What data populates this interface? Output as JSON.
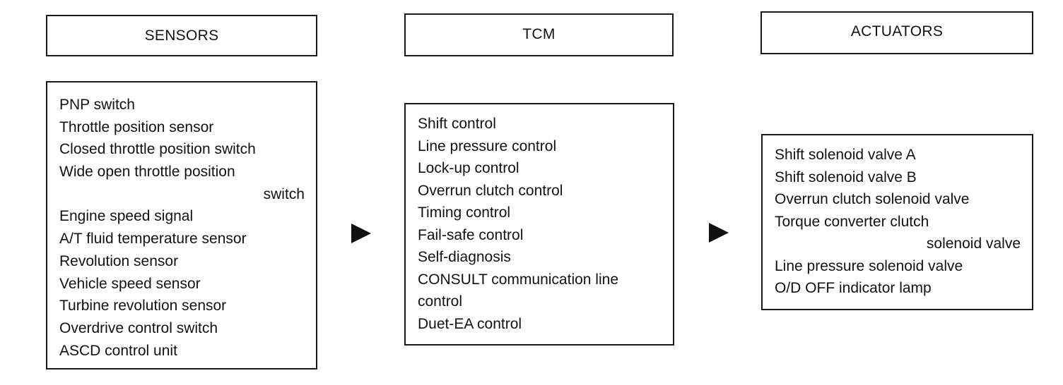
{
  "headers": {
    "sensors": "SENSORS",
    "tcm": "TCM",
    "actuators": "ACTUATORS"
  },
  "sensors": {
    "items": [
      "PNP switch",
      "Throttle position sensor",
      "Closed throttle position switch",
      "Wide open throttle position",
      "switch",
      "Engine speed signal",
      "A/T fluid temperature sensor",
      "Revolution sensor",
      "Vehicle speed sensor",
      "Turbine revolution sensor",
      "Overdrive control switch",
      "ASCD control unit"
    ]
  },
  "tcm": {
    "items": [
      "Shift control",
      "Line pressure control",
      "Lock-up control",
      "Overrun clutch control",
      "Timing control",
      "Fail-safe control",
      "Self-diagnosis",
      "CONSULT communication line",
      "control",
      "Duet-EA control"
    ]
  },
  "actuators": {
    "items": [
      "Shift solenoid valve A",
      "Shift solenoid valve B",
      "Overrun clutch solenoid valve",
      "Torque converter clutch",
      "solenoid valve",
      "Line pressure solenoid valve",
      "O/D OFF indicator lamp"
    ]
  },
  "colors": {
    "line": "#1a1a1a",
    "text": "#111111",
    "background": "#ffffff"
  },
  "icons": {
    "arrow": "right-triangle-arrow"
  }
}
